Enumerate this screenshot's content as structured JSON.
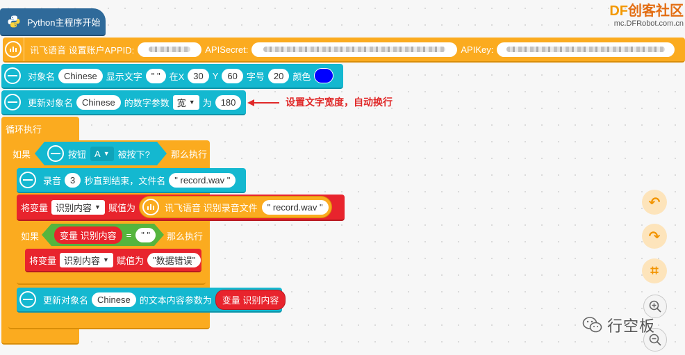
{
  "watermark": {
    "brand_df": "DF",
    "brand_cn": "创客社区",
    "url": "mc.DFRobot.com.cn"
  },
  "wechat": {
    "name": "行空板"
  },
  "hat": {
    "label": "Python主程序开始"
  },
  "setup": {
    "label": "讯飞语音 设置账户APPID:",
    "apisecret_label": "APISecret:",
    "apikey_label": "APIKey:"
  },
  "text_block": {
    "label_obj": "对象名",
    "obj_value": "Chinese",
    "label_show": "显示文字",
    "text_value": " ",
    "label_x": "在X",
    "x_value": "30",
    "label_y": "Y",
    "y_value": "60",
    "label_size": "字号",
    "size_value": "20",
    "label_color": "颜色",
    "color": "#0000ff"
  },
  "update_num": {
    "label": "更新对象名",
    "obj_value": "Chinese",
    "label_param": "的数字参数",
    "param_value": "宽",
    "label_as": "为",
    "value": "180"
  },
  "annotation": "设置文字宽度，自动换行",
  "loop": {
    "label": "循环执行"
  },
  "if1": {
    "label_if": "如果",
    "label_then": "那么执行",
    "button_label": "按钮",
    "button_value": "A",
    "pressed": "被按下?"
  },
  "record": {
    "label": "录音",
    "seconds": "3",
    "label_until": "秒直到结束，文件名",
    "file": "record.wav"
  },
  "assign1": {
    "label": "将变量",
    "var": "识别内容",
    "label_assign": "赋值为",
    "recognize_label": "讯飞语音 识别录音文件",
    "file": "record.wav"
  },
  "if2": {
    "label_if": "如果",
    "var_label": "变量 识别内容",
    "eq": "=",
    "empty": " ",
    "label_then": "那么执行"
  },
  "assign2": {
    "label": "将变量",
    "var": "识别内容",
    "label_assign": "赋值为",
    "value": "数据错误"
  },
  "update_text": {
    "label": "更新对象名",
    "obj_value": "Chinese",
    "label_param": "的文本内容参数为",
    "var_label": "变量 识别内容"
  },
  "side": {
    "undo": "↶",
    "redo": "↷",
    "crop": "⌗"
  }
}
